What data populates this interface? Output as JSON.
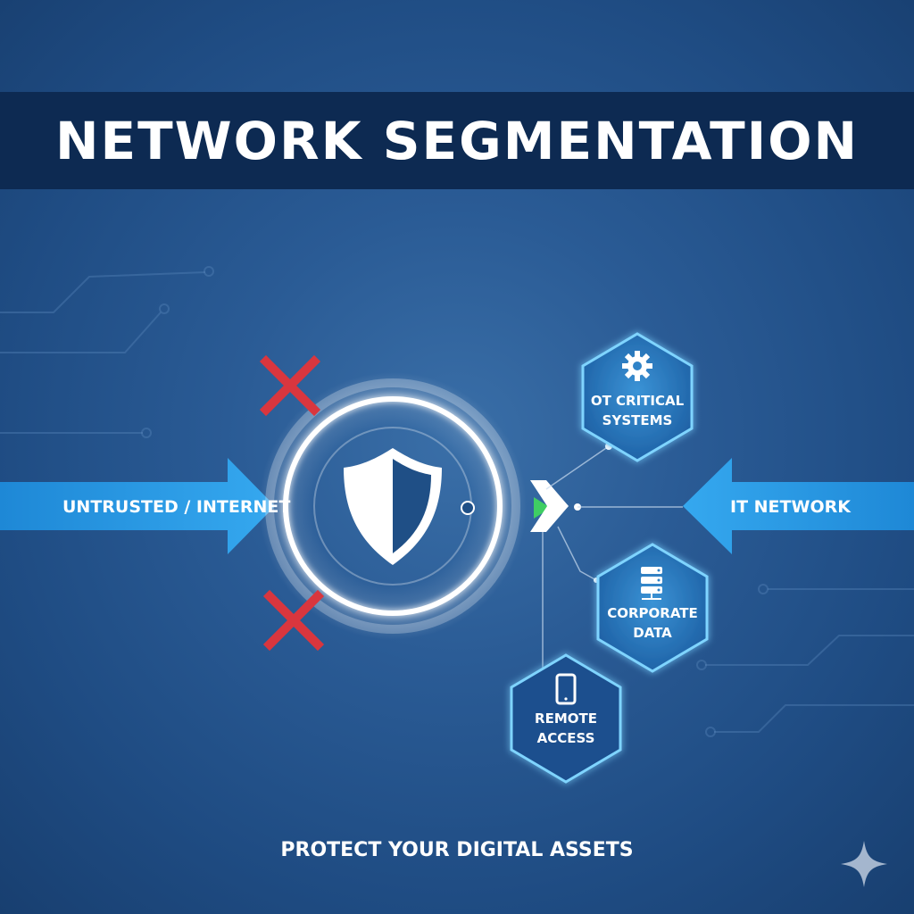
{
  "title": "NETWORK SEGMENTATION",
  "tagline": "PROTECT YOUR DIGITAL ASSETS",
  "left_arrow": {
    "label": "UNTRUSTED / INTERNET"
  },
  "right_arrow": {
    "label": "IT NETWORK"
  },
  "segments": [
    {
      "label": "OT CRITICAL SYSTEMS",
      "icon": "gear-icon"
    },
    {
      "label": "CORPORATE DATA",
      "icon": "database-icon"
    },
    {
      "label": "REMOTE ACCESS",
      "icon": "mobile-icon"
    }
  ],
  "center_icon": "shield-icon",
  "blocked_icon": "red-x-icon",
  "colors": {
    "title_banner": "#0d2a52",
    "arrow": "#2e9fe4",
    "blocked": "#d9363e",
    "allowed": "#3fce63",
    "hex_glow": "#5cc8ff"
  }
}
